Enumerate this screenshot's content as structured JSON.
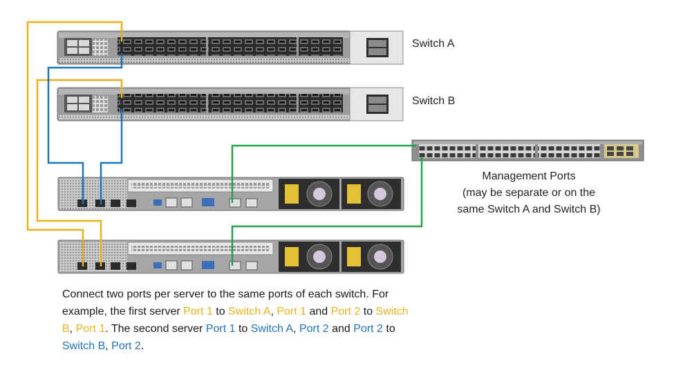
{
  "labels": {
    "switch_a": "Switch A",
    "switch_b": "Switch B",
    "mgmt_line1": "Management Ports",
    "mgmt_line2": "(may be separate or on the",
    "mgmt_line3": "same Switch A and Switch B)"
  },
  "caption": {
    "s1": "Connect two ports per server to the same ports of each switch. For example, the first server ",
    "s2": "Port 1",
    "s3": " to ",
    "s4": "Switch A",
    "s5": ", ",
    "s6": "Port 1",
    "s7": " and ",
    "s8": "Port 2",
    "s9": " to ",
    "s10": "Switch B",
    "s11": ", ",
    "s12": "Port 1",
    "s13": ". The second server ",
    "s14": "Port 1",
    "s15": " to ",
    "s16": "Switch A",
    "s17": ", ",
    "s18": "Port 2",
    "s19": " and ",
    "s20": "Port 2",
    "s21": " to ",
    "s22": "Switch B",
    "s23": ", ",
    "s24": "Port 2",
    "s25": "."
  },
  "colors": {
    "first_server_cable": "#e8b11c",
    "second_server_cable": "#1f73b7",
    "management_cable": "#23a04a"
  }
}
